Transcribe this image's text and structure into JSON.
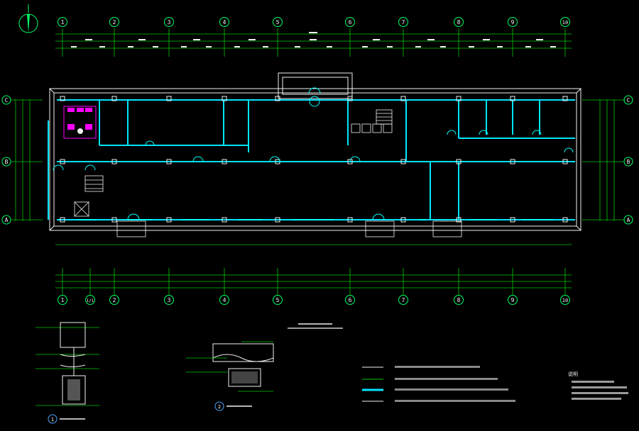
{
  "drawing": {
    "grid_top": [
      "1",
      "2",
      "3",
      "4",
      "5",
      "6",
      "7",
      "8",
      "9",
      "10"
    ],
    "grid_bottom": [
      "1",
      "1/1",
      "2",
      "3",
      "4",
      "5",
      "6",
      "7",
      "8",
      "9",
      "10"
    ],
    "grid_left": [
      "C",
      "B",
      "A"
    ],
    "grid_right": [
      "C",
      "B",
      "A"
    ],
    "detail_1_no": "1",
    "detail_2_no": "2",
    "notes_title": "说明",
    "colors": {
      "background": "#000000",
      "wall": "#00e5ff",
      "dimension": "#00c800",
      "axis": "#00ff66",
      "text": "#f2f2f2",
      "highlight": "#ff00ff",
      "door": "#00ffff"
    }
  }
}
